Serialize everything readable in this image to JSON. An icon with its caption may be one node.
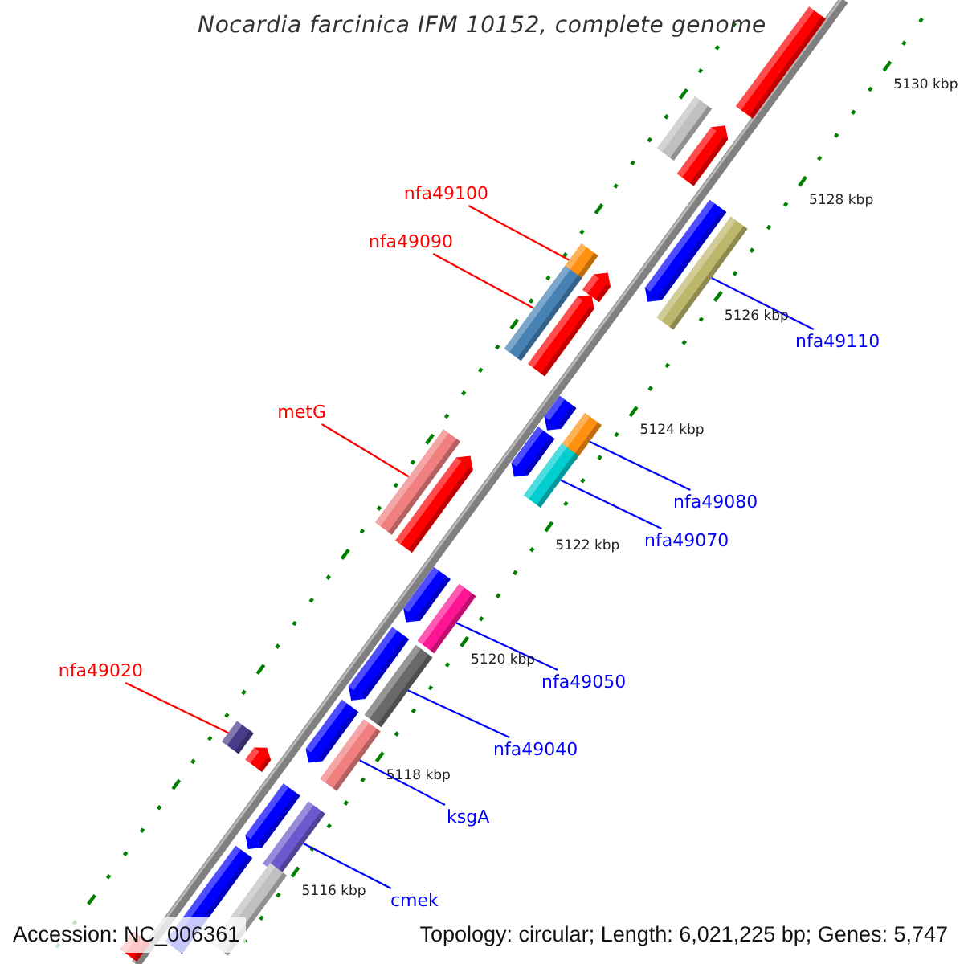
{
  "diagram": {
    "title": "Nocardia farcinica IFM 10152, complete genome",
    "nodes": [
      {
        "text": [
          "nfa49100"
        ]
      },
      {
        "text": [
          "nfa49090"
        ]
      },
      {
        "text": [
          "nfa49110"
        ]
      },
      {
        "text": [
          "metG"
        ]
      },
      {
        "text": [
          "nfa49080"
        ]
      },
      {
        "text": [
          "nfa49070"
        ]
      },
      {
        "text": [
          "nfa49020"
        ]
      },
      {
        "text": [
          "nfa49050"
        ]
      },
      {
        "text": [
          "nfa49040"
        ]
      },
      {
        "text": [
          "ksgA"
        ]
      },
      {
        "text": [
          "cmek"
        ]
      },
      {
        "text": [],
        "shape": "bar"
      },
      {
        "text": [],
        "shape": "bar"
      },
      {
        "text": [],
        "shape": "bar"
      },
      {
        "text": [],
        "shape": "bar"
      },
      {
        "text": [],
        "shape": "bar"
      },
      {
        "text": [],
        "shape": "bar"
      },
      {
        "text": [],
        "shape": "bar"
      },
      {
        "text": [],
        "shape": "bar"
      },
      {
        "text": [],
        "shape": "bar"
      },
      {
        "text": [],
        "shape": "bar"
      },
      {
        "text": [],
        "shape": "bar"
      }
    ],
    "edges": [
      {
        "from": 0,
        "to": 11,
        "arrow": "none",
        "color": "#ff0000"
      },
      {
        "from": 1,
        "to": 13,
        "arrow": "none",
        "color": "#ff0000"
      },
      {
        "from": 2,
        "to": 12,
        "arrow": "none"
      },
      {
        "from": 3,
        "to": 16,
        "arrow": "none",
        "color": "#ff0000"
      },
      {
        "from": 4,
        "to": 14,
        "arrow": "none"
      },
      {
        "from": 5,
        "to": 15,
        "arrow": "none"
      },
      {
        "from": 6,
        "to": 19,
        "arrow": "none",
        "color": "#ff0000"
      },
      {
        "from": 7,
        "to": 17,
        "arrow": "none"
      },
      {
        "from": 8,
        "to": 18,
        "arrow": "none"
      },
      {
        "from": 9,
        "to": 20,
        "arrow": "none"
      },
      {
        "from": 10,
        "to": 21,
        "arrow": "none"
      }
    ],
    "labels": [
      "5130 kbp",
      "5128 kbp",
      "5126 kbp",
      "5124 kbp",
      "5122 kbp",
      "5120 kbp",
      "5118 kbp",
      "5116 kbp",
      "Accession: NC_006361",
      "Topology: circular; Length: 6,021,225 bp; Genes: 5,747"
    ]
  }
}
